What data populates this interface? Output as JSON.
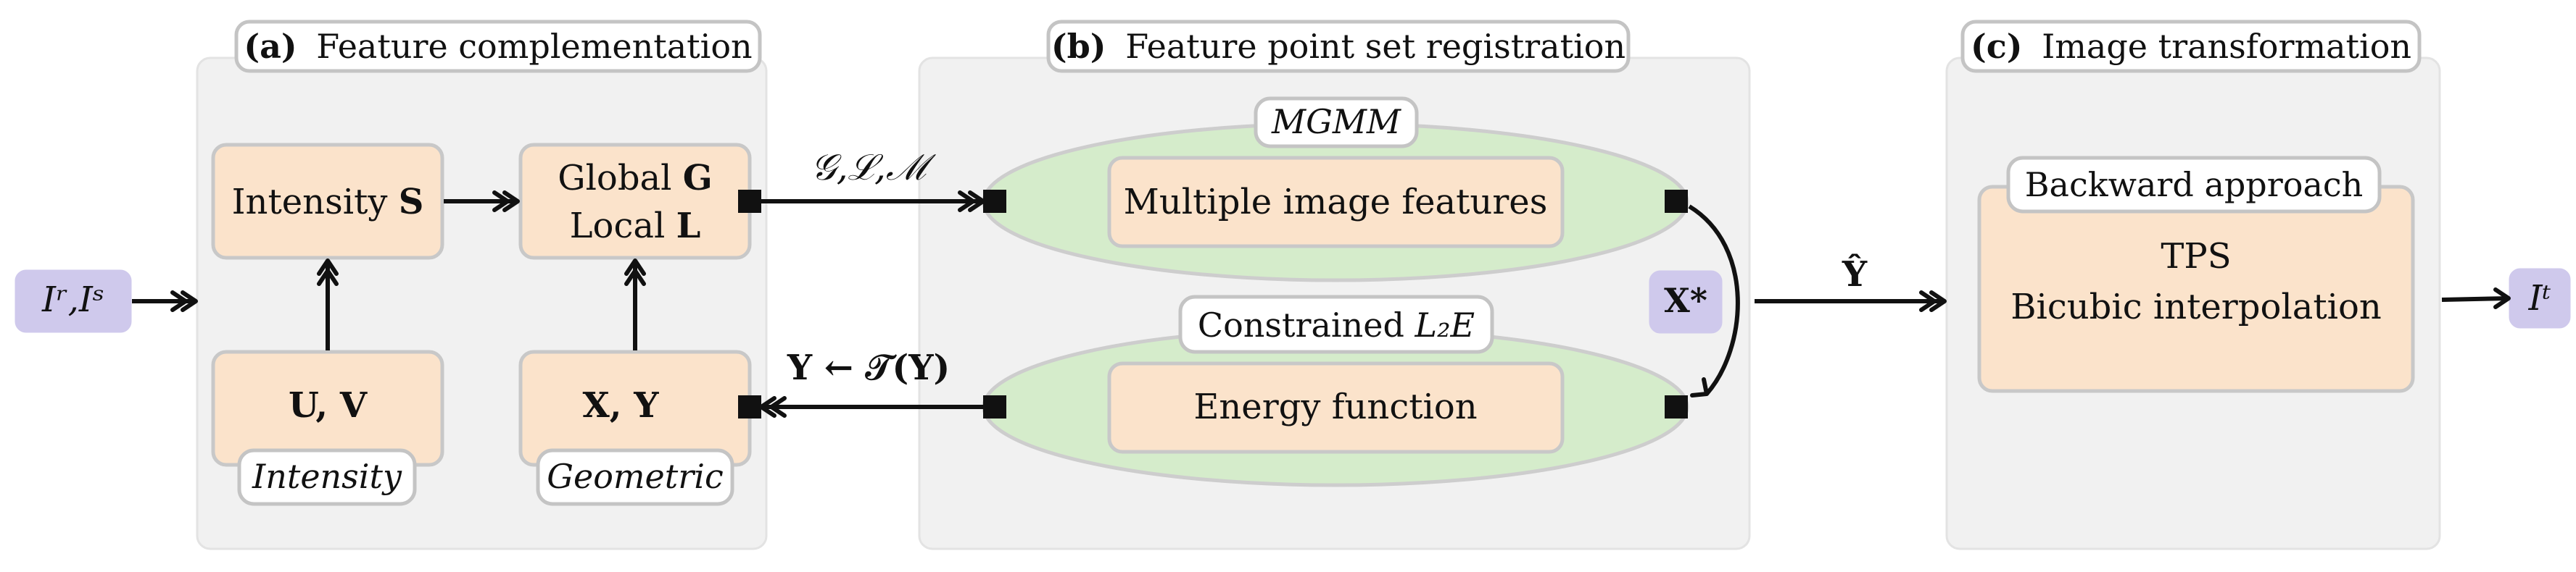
{
  "inputs": {
    "left": "Iʳ,Iˢ",
    "right": "Iᵗ"
  },
  "panels": {
    "a": {
      "marker": "(a)",
      "title": "Feature complementation"
    },
    "b": {
      "marker": "(b)",
      "title": "Feature point set registration"
    },
    "c": {
      "marker": "(c)",
      "title": "Image transformation"
    }
  },
  "boxes": {
    "intensity": {
      "prefix": "Intensity ",
      "symbol": "S"
    },
    "global_local": {
      "line1_prefix": "Global ",
      "line1_symbol": "G",
      "line2_prefix": "Local ",
      "line2_symbol": "L"
    },
    "uv": {
      "text": "U, V",
      "tag": "Intensity"
    },
    "xy": {
      "text": "X, Y",
      "tag": "Geometric"
    },
    "mgmm": {
      "tag": "MGMM",
      "text": "Multiple image features"
    },
    "l2e": {
      "tag_prefix": "Constrained ",
      "tag_math": "L₂E",
      "text": "Energy function"
    },
    "backward": {
      "tag": "Backward approach",
      "line1": "TPS",
      "line2": "Bicubic interpolation"
    }
  },
  "edge_labels": {
    "features": "𝒢,ℒ,ℳ",
    "update": "Y ← 𝒯(Y)",
    "x_star": "X*",
    "y_hat": "Ŷ"
  },
  "colors": {
    "panel_bg": "#f1f1f1",
    "box_fill": "#fbe3cb",
    "ellipse_fill": "#d5eccb",
    "terminal_fill": "#cfc9ec",
    "arrow": "#111111"
  }
}
